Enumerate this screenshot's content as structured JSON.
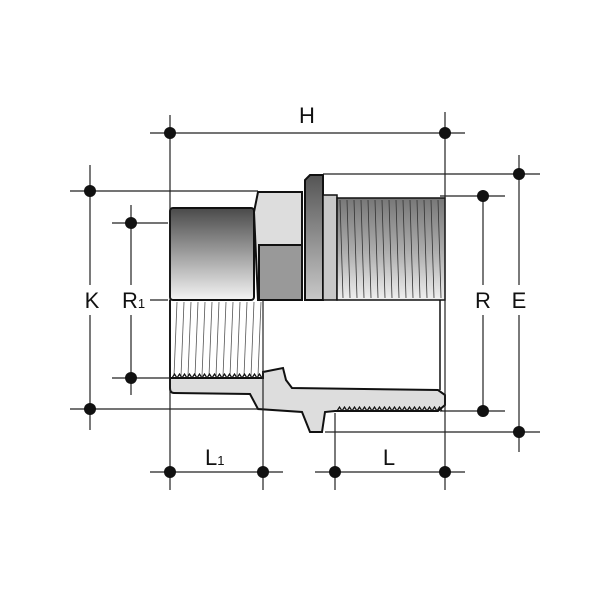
{
  "labels": {
    "H": "H",
    "K": "K",
    "R1_main": "R",
    "R1_sub": "1",
    "R": "R",
    "E": "E",
    "L1_main": "L",
    "L1_sub": "1",
    "L": "L"
  }
}
